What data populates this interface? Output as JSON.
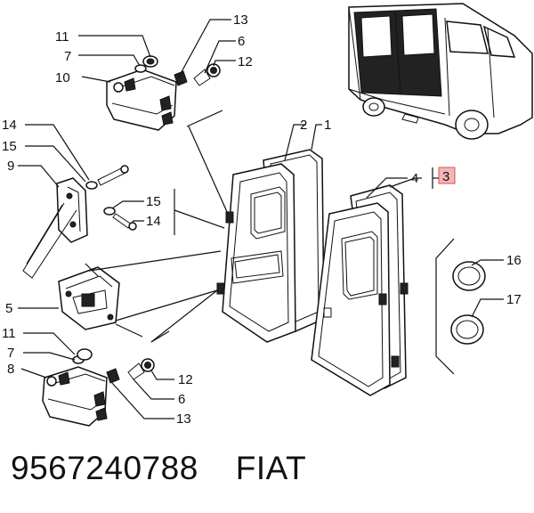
{
  "callouts": {
    "c_11_top": "11",
    "c_7_top": "7",
    "c_10": "10",
    "c_13_top": "13",
    "c_6_top": "6",
    "c_12_top": "12",
    "c_14_left": "14",
    "c_15_left": "15",
    "c_9": "9",
    "c_15_right": "15",
    "c_14_right": "14",
    "c_5": "5",
    "c_11_bot": "11",
    "c_7_bot": "7",
    "c_8": "8",
    "c_12_bot": "12",
    "c_6_bot": "6",
    "c_13_bot": "13",
    "c_2": "2",
    "c_1": "1",
    "c_4": "4",
    "c_3": "3",
    "c_16": "16",
    "c_17": "17"
  },
  "footer": {
    "part_number": "9567240788",
    "brand": "FIAT"
  },
  "colors": {
    "highlight_box": "#f4b6b6",
    "highlight_border": "#d9534f",
    "ink": "#111111"
  }
}
